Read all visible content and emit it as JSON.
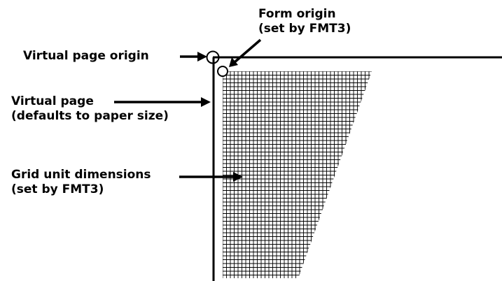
{
  "labels": {
    "form_origin": {
      "line1": "Form origin",
      "line2": "(set by FMT3)"
    },
    "virtual_page_origin": {
      "line1": "Virtual page origin"
    },
    "virtual_page": {
      "line1": "Virtual page",
      "line2": "(defaults to paper size)"
    },
    "grid_unit_dimensions": {
      "line1": "Grid unit dimensions",
      "line2": "(set by FMT3)"
    }
  },
  "colors": {
    "ink": "#000000",
    "background": "#ffffff"
  }
}
